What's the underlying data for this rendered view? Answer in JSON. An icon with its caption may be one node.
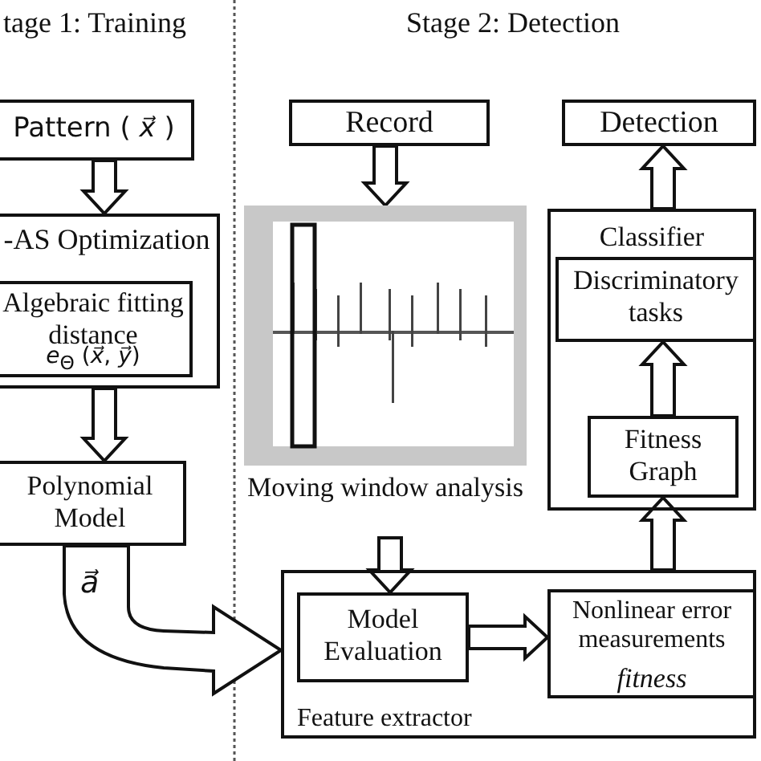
{
  "diagram": {
    "nodes": [
      {
        "text": [
          "Pattern ( *x⃗* )"
        ]
      },
      {
        "text": [
          "-AS Optimization"
        ]
      },
      {
        "text": [
          "Algebraic fitting distance",
          "*e*$_{Θ}$ (*x⃗*, *y⃗*)"
        ],
        "in": 1
      },
      {
        "text": [
          "Polynomial Model"
        ]
      },
      {
        "text": [
          "Record"
        ]
      },
      {
        "text": [],
        "shape": "picture",
        "beside": [
          "Moving window analysis"
        ]
      },
      {
        "text": [
          "Feature extractor"
        ]
      },
      {
        "text": [
          "Model Evaluation"
        ],
        "in": 6
      },
      {
        "text": [
          "Nonlinear error measurements",
          "fitness"
        ],
        "in": 6
      },
      {
        "text": [
          "Classifier"
        ]
      },
      {
        "text": [
          "Discriminatory tasks"
        ],
        "in": 9
      },
      {
        "text": [
          "Fitness Graph"
        ],
        "in": 9
      },
      {
        "text": [
          "Detection"
        ]
      }
    ],
    "edges": [
      {
        "from": 0,
        "to": 1,
        "arrow": "to"
      },
      {
        "from": 1,
        "to": 3,
        "arrow": "to"
      },
      {
        "from": 3,
        "to": 6,
        "arrow": "to",
        "label": "a⃗"
      },
      {
        "from": 4,
        "to": 5,
        "arrow": "to"
      },
      {
        "from": 5,
        "to": 7,
        "arrow": "to"
      },
      {
        "from": 7,
        "to": 8,
        "arrow": "to"
      },
      {
        "from": 6,
        "to": 11,
        "arrow": "to"
      },
      {
        "from": 11,
        "to": 10,
        "arrow": "to"
      },
      {
        "from": 9,
        "to": 12,
        "arrow": "to"
      }
    ],
    "labels": [
      "tage 1: Training",
      "Stage 2: Detection"
    ]
  }
}
